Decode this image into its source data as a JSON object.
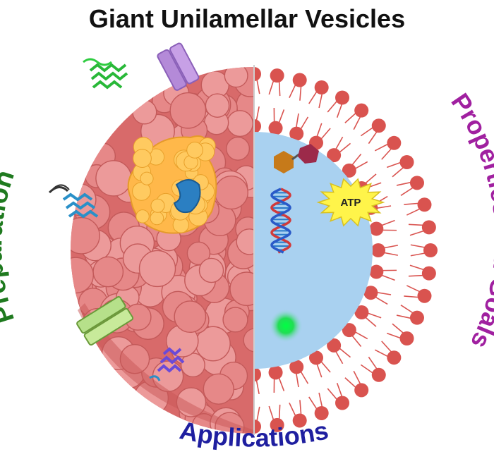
{
  "title": "Giant Unilamellar Vesicles",
  "labels": {
    "left": "Preparation",
    "bottom": "Applications",
    "right": "Properties and Goals",
    "atp": "ATP"
  },
  "colors": {
    "left_label": "#1f7a1f",
    "bottom_label": "#1f1fa0",
    "right_label": "#a020a0",
    "vesicle_body": "#e58a8a",
    "lipid_head": "#d9534f",
    "lumen": "#a9d1f0",
    "nucleus": "#ffc24a",
    "atp_burst": "#fff44a"
  }
}
